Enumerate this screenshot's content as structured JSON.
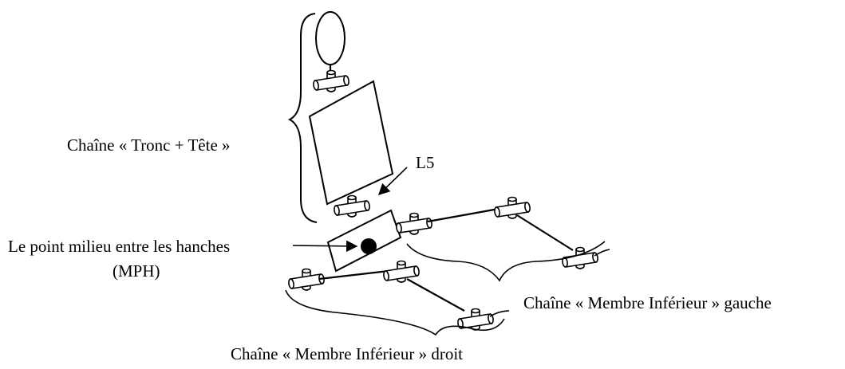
{
  "labels": {
    "trunk_head_chain": "Chaîne « Tronc + Tête »",
    "l5": "L5",
    "mid_hips_point_line1": "Le point milieu entre les hanches",
    "mid_hips_point_line2": "(MPH)",
    "left_lower_limb_chain": "Chaîne « Membre Inférieur » gauche",
    "right_lower_limb_chain": "Chaîne « Membre Inférieur » droit"
  }
}
